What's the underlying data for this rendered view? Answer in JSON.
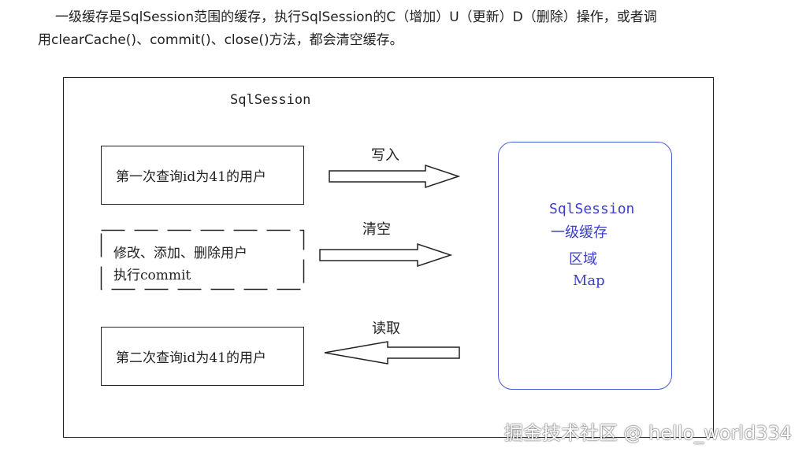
{
  "intro": {
    "line1": "一级缓存是SqlSession范围的缓存，执行SqlSession的C（增加）U（更新）D（删除）操作，或者调",
    "line2": "用clearCache()、commit()、close()方法，都会清空缓存。"
  },
  "diagram": {
    "session_title": "SqlSession",
    "query1_label": "第一次查询id为41的用户",
    "modify_line1": "修改、添加、删除用户",
    "modify_line2": "执行commit",
    "query2_label": "第二次查询id为41的用户",
    "arrow_write_label": "写入",
    "arrow_clear_label": "清空",
    "arrow_read_label": "读取",
    "cache_line1": "SqlSession",
    "cache_line2": "一级缓存",
    "cache_line3": "区域",
    "cache_line4": "Map",
    "cache_border_color": "#4a5bd6",
    "cache_text_color": "#3b3fc9"
  },
  "watermark": {
    "text": "掘金技术社区 @ hello_world334"
  }
}
